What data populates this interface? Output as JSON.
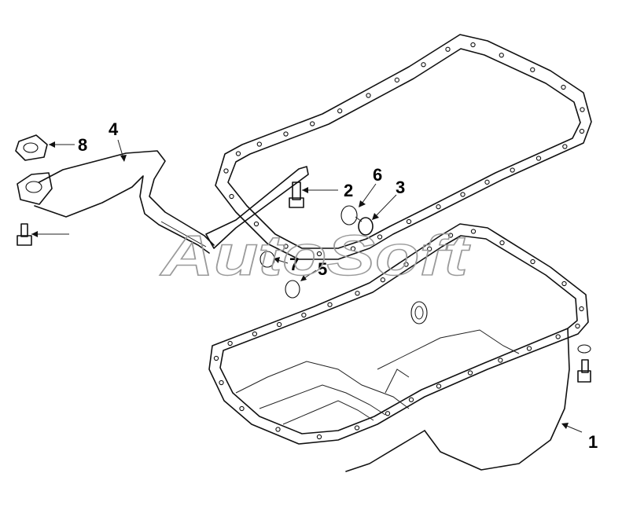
{
  "diagram": {
    "watermark": "AutoSoft",
    "callouts": [
      "1",
      "2",
      "3",
      "4",
      "5",
      "6",
      "7",
      "8"
    ],
    "stroke_color": "#111111",
    "watermark_color": "#9a9a9a"
  }
}
